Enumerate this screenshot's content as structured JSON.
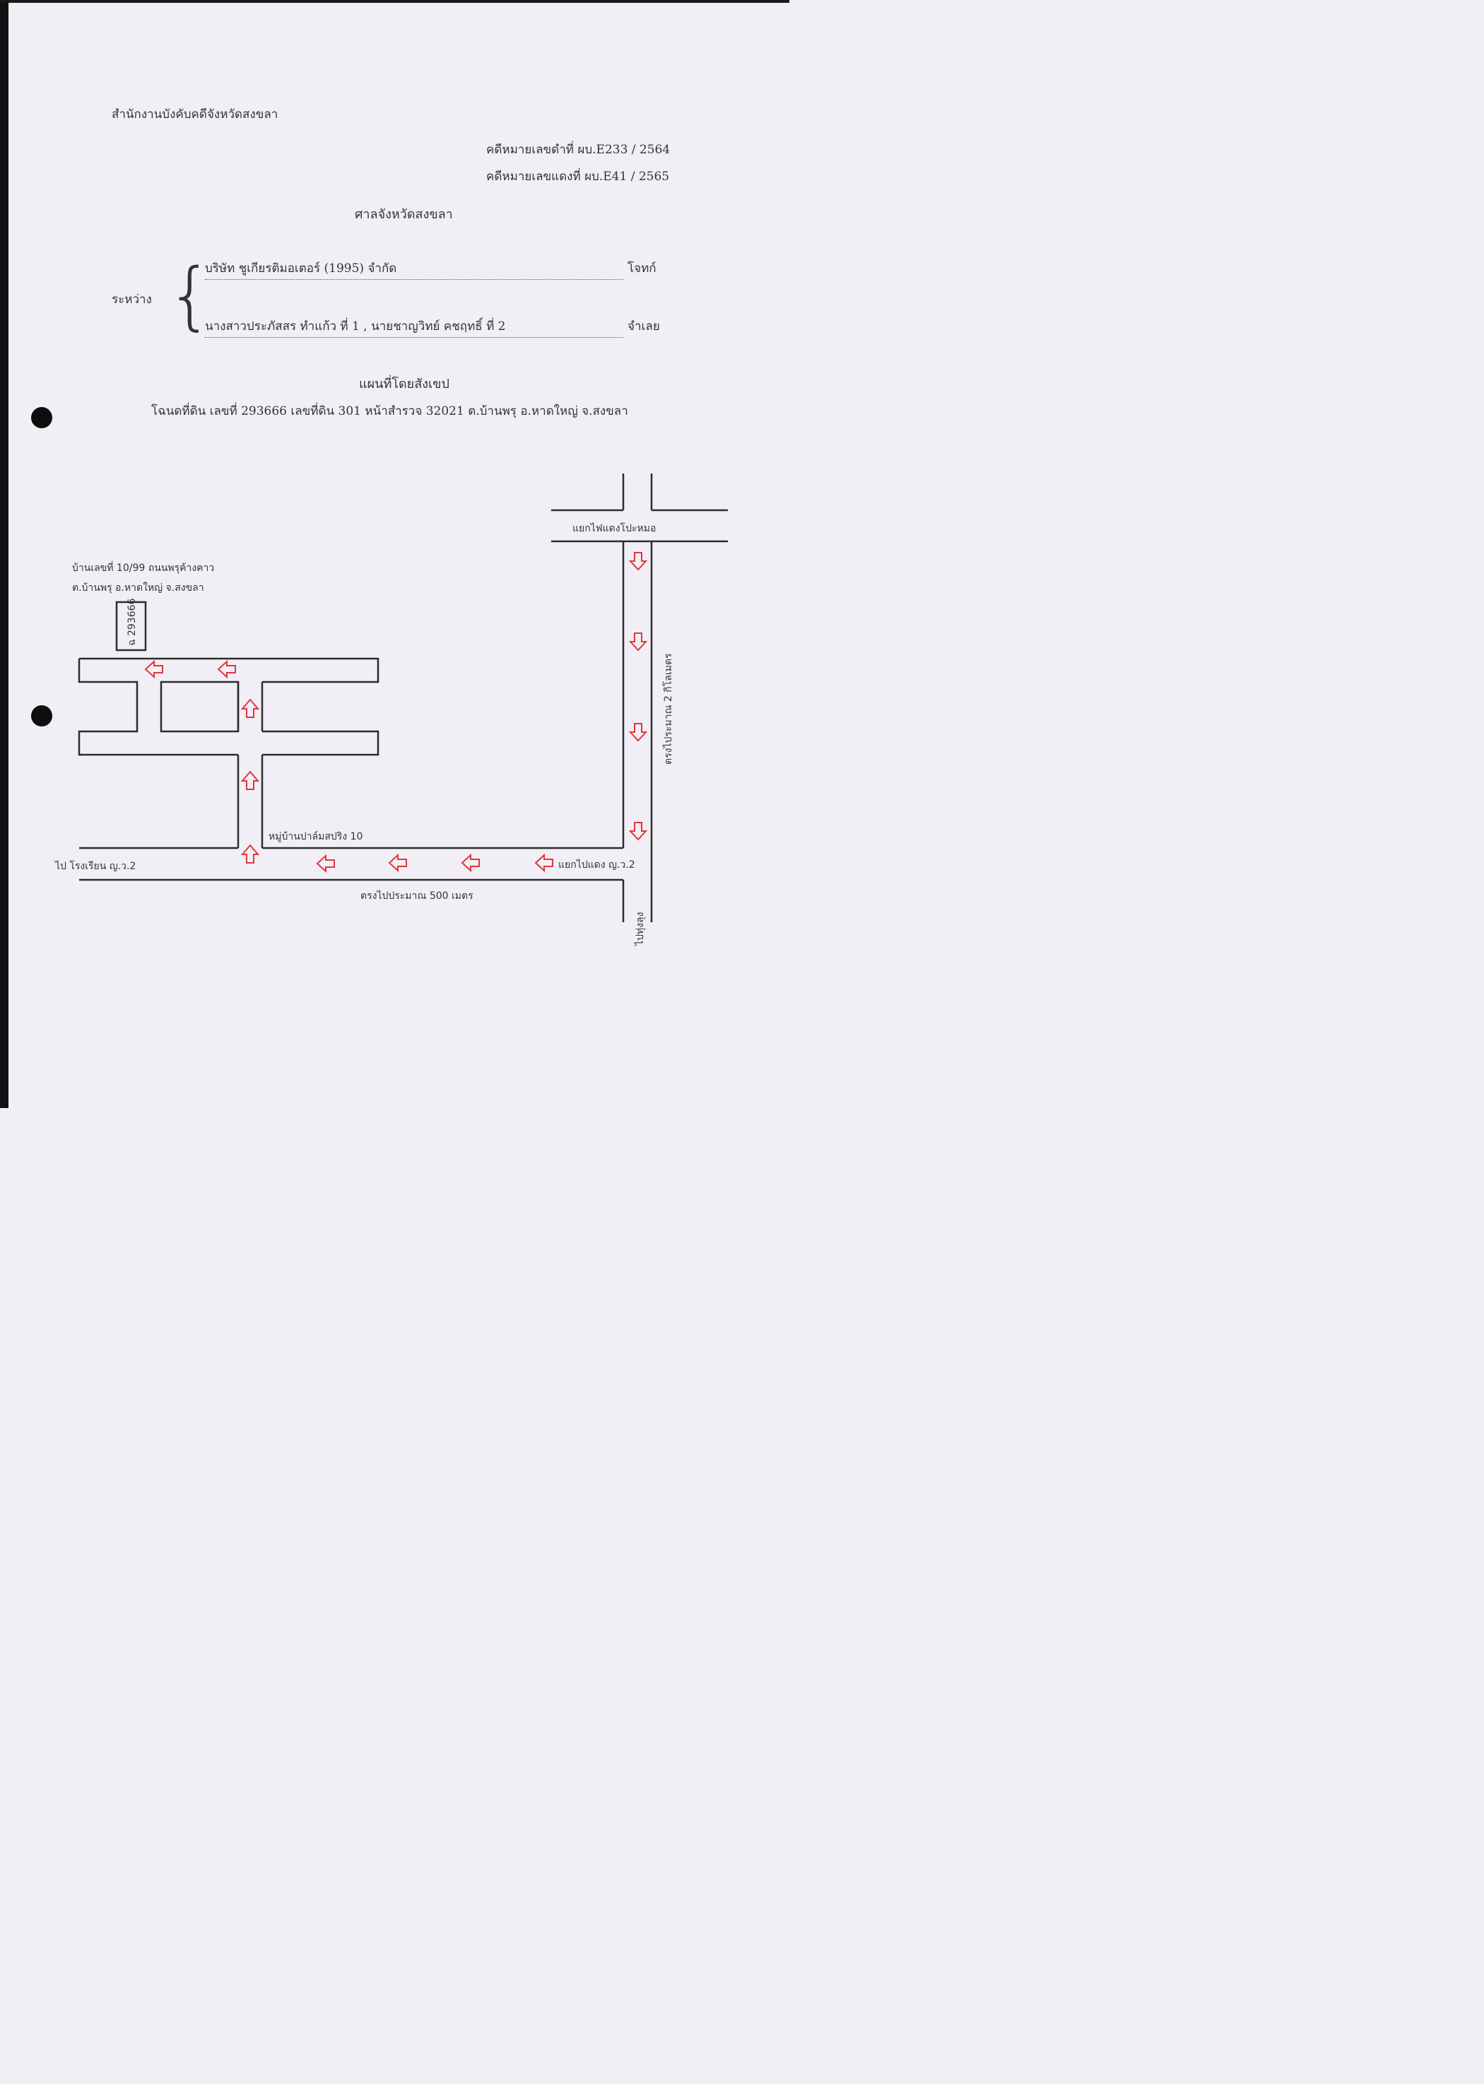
{
  "header": {
    "office": "สำนักงานบังคับคดีจังหวัดสงขลา",
    "black_case_no": "คดีหมายเลขดำที่ ผบ.E233 / 2564",
    "red_case_no": "คดีหมายเลขแดงที่ ผบ.E41 / 2565",
    "court": "ศาลจังหวัดสงขลา"
  },
  "parties": {
    "between_label": "ระหว่าง",
    "plaintiff": "บริษัท ชูเกียรติมอเตอร์ (1995) จำกัด",
    "plaintiff_role": "โจทก์",
    "defendant": "นางสาวประภัสสร ทำแก้ว ที่ 1 , นายชาญวิทย์ คชฤทธิ์ ที่ 2",
    "defendant_role": "จำเลย"
  },
  "map_title": "แผนที่โดยสังเขป",
  "deed_line": "โฉนดที่ดิน เลขที่ 293666 เลขที่ดิน 301 หน้าสำรวจ 32021 ต.บ้านพรุ อ.หาดใหญ่ จ.สงขลา",
  "map": {
    "address_line1": "บ้านเลขที่ 10/99 ถนนพรุค้างคาว",
    "address_line2": "ต.บ้านพรุ อ.หาดใหญ่ จ.สงขลา",
    "parcel_label": "ฉ 293666",
    "intersection_top": "แยกไฟแดงโปะหมอ",
    "vertical_distance": "ตรงไประมาณ 2 กิโลเมตร",
    "village": "หมู่บ้านปาล์มสปริง 10",
    "to_school": "ไป โรงเรียน ญ.ว.2",
    "turn_label": "แยกไปแดง ญ.ว.2",
    "horizontal_distance": "ตรงไปประมาณ 500 เมตร",
    "to_thung_lung": "ไปทุ่งลุง",
    "arrow_color": "#e0373c",
    "line_color": "#2c2c2c"
  }
}
